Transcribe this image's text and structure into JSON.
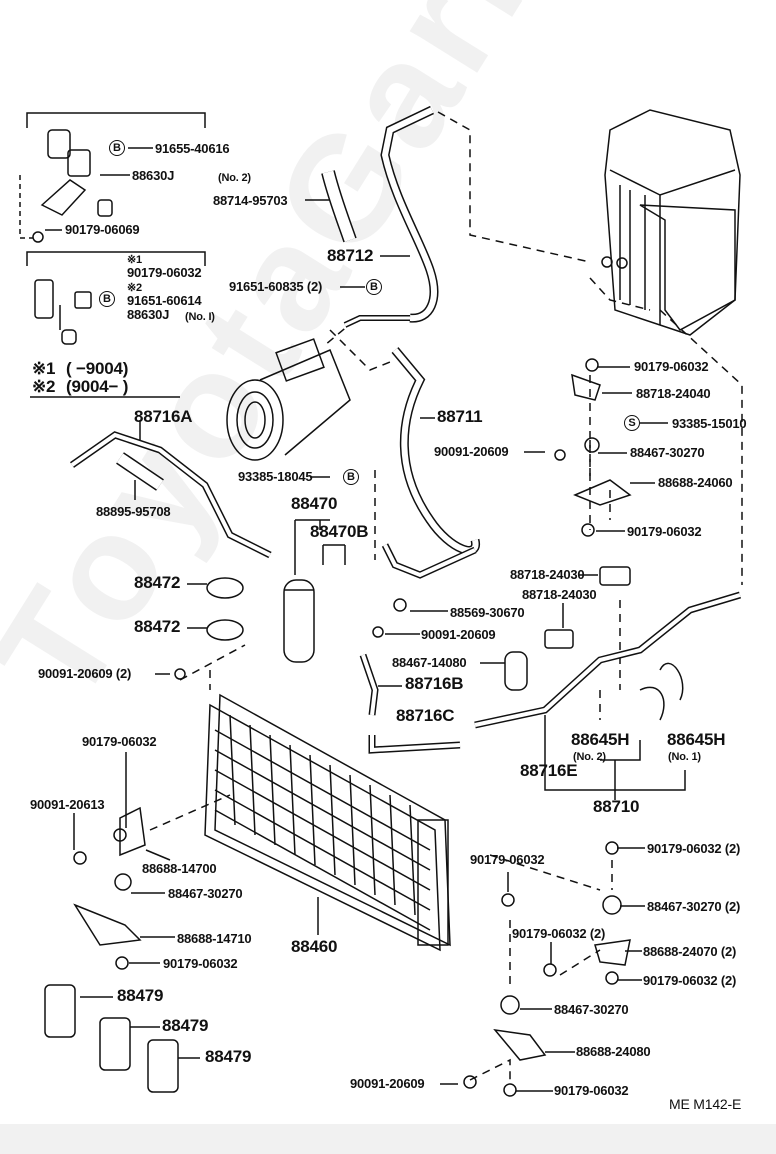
{
  "diagram": {
    "code": "ME  M142-E",
    "watermark": "ToyotaGarMine",
    "legend_notes": [
      {
        "mark": "※1",
        "range": "(        −9004)"
      },
      {
        "mark": "※2",
        "range": "(9004−        )"
      }
    ],
    "callout_markers": {
      "bolt_B": "B",
      "screw_S": "S"
    },
    "parts": {
      "top_left_box": [
        {
          "id": "91655-40616",
          "marker": "B"
        },
        {
          "id": "88630J",
          "note": "(No. 2)"
        },
        {
          "id": "90179-06069"
        }
      ],
      "second_box": [
        {
          "id": "90179-06032",
          "flag": "※1"
        },
        {
          "id": "91651-60614",
          "flag": "※2",
          "marker": "B"
        },
        {
          "id": "88630J",
          "note": "(No. I)"
        }
      ],
      "hoses": {
        "hose_88714": "88714-95703",
        "hose_88712": "88712",
        "bolt_91651": "91651-60835 (2)",
        "hose_88711": "88711",
        "pipe_88716A": "88716A",
        "hose_88895": "88895-95708",
        "bolt_93385_18045": "93385-18045"
      },
      "receiver": {
        "assy": "88470",
        "sub": "88470B",
        "clamp1": "88472",
        "clamp2": "88472",
        "bolt": "90091-20609 (2)"
      },
      "right_upper": [
        "90179-06032",
        "88718-24040",
        "93385-15010",
        "90091-20609",
        "88467-30270",
        "88688-24060",
        "90179-06032"
      ],
      "middle": {
        "clamp_a": "88718-24030",
        "clamp_b": "88718-24030",
        "bracket": "88569-30670",
        "bolt": "90091-20609",
        "cushion": "88467-14080",
        "pipe_b": "88716B",
        "pipe_c": "88716C",
        "pipe_e": "88716E",
        "sensor_no2": "88645H",
        "sensor_no2_note": "(No. 2)",
        "sensor_no1": "88645H",
        "sensor_no1_note": "(No. 1)",
        "assy": "88710"
      },
      "condenser_left": {
        "nut": "90179-06032",
        "bolt": "90091-20613",
        "bracket_upper": "88688-14700",
        "cushion": "88467-30270",
        "bracket_lower": "88688-14710",
        "nut_lower": "90179-06032",
        "condenser": "88460",
        "cap1": "88479",
        "cap2": "88479",
        "cap3": "88479"
      },
      "condenser_right": {
        "nut_mid": "90179-06032",
        "nut_top": "90179-06032 (2)",
        "cushion": "88467-30270 (2)",
        "nut_side": "90179-06032 (2)",
        "bracket": "88688-24070 (2)",
        "nut_bottom": "90179-06032 (2)",
        "cushion_lower": "88467-30270",
        "bracket_lower": "88688-24080",
        "bolt_lower": "90091-20609",
        "nut_lowest": "90179-06032"
      }
    }
  }
}
